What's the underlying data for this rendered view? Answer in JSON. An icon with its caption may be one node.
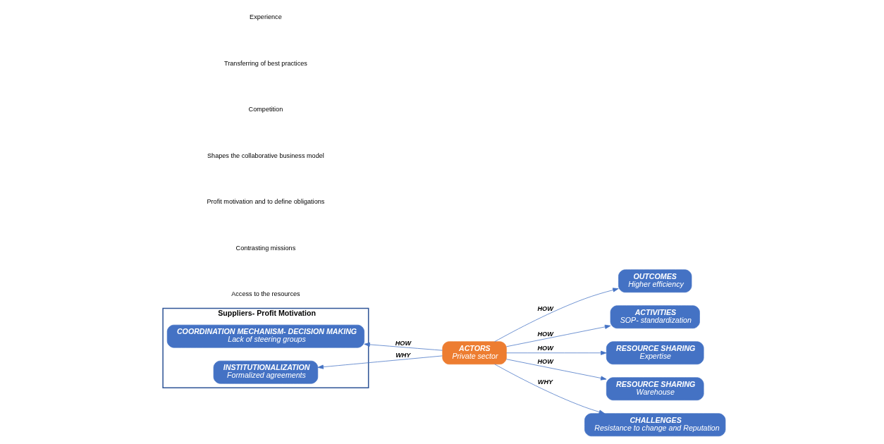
{
  "diagram": {
    "nodes": [
      {
        "text": [
          "Suppliers- Profit Motivation"
        ]
      },
      {
        "text": [
          "OUTCOMES",
          "Higher efficiency"
        ]
      },
      {
        "text": [
          "ACTIVITIES",
          "SOP- standardization"
        ]
      },
      {
        "text": [
          "COORDINATION MECHANISM- DECISION MAKING",
          "Lack of steering groups"
        ],
        "in": 0
      },
      {
        "text": [
          "RESOURCE SHARING",
          "Expertise"
        ]
      },
      {
        "text": [
          "ACTORS",
          "Private sector"
        ]
      },
      {
        "text": [
          "INSTITUTIONALIZATION",
          "Formalized agreements"
        ],
        "in": 0
      },
      {
        "text": [
          "RESOURCE SHARING",
          "Warehouse"
        ]
      },
      {
        "text": [
          "CHALLENGES",
          "Resistance to change and Reputation"
        ]
      }
    ],
    "edges": [
      {
        "from": 5,
        "to": 1,
        "arrow": "to",
        "label": "HOW"
      },
      {
        "from": 5,
        "to": 2,
        "arrow": "to",
        "label": "HOW"
      },
      {
        "from": 5,
        "to": 3,
        "arrow": "to",
        "label": "HOW"
      },
      {
        "from": 5,
        "to": 4,
        "arrow": "to",
        "label": "HOW"
      },
      {
        "from": 5,
        "to": 6,
        "arrow": "to",
        "label": "WHY"
      },
      {
        "from": 5,
        "to": 8,
        "arrow": "to",
        "label": "WHY"
      },
      {
        "from": 5,
        "to": 7,
        "arrow": "to",
        "label": "HOW"
      }
    ],
    "labels": [
      "Experience",
      "Transferring of best practices",
      "Competition",
      "Shapes the collaborative business model",
      "Profit motivation and to define obligations",
      "Contrasting missions",
      "Access to the resources"
    ]
  }
}
